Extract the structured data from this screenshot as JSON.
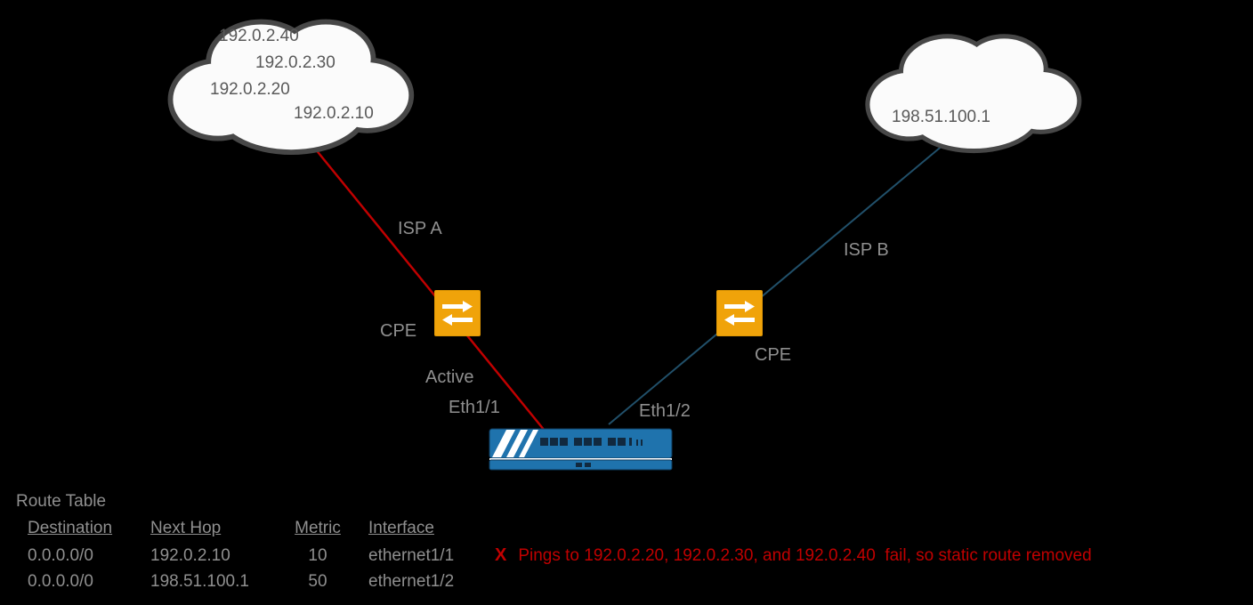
{
  "diagram": {
    "clouds": {
      "isp_a": {
        "addresses": [
          "192.0.2.40",
          "192.0.2.30",
          "192.0.2.20",
          "192.0.2.10"
        ]
      },
      "isp_b": {
        "address": "198.51.100.1"
      }
    },
    "labels": {
      "isp_a": "ISP A",
      "isp_b": "ISP B",
      "cpe_a": "CPE",
      "cpe_b": "CPE",
      "active": "Active",
      "eth1_1": "Eth1/1",
      "eth1_2": "Eth1/2"
    },
    "colors": {
      "background": "#000000",
      "isp_a_link": "#c00000",
      "isp_b_link": "#21506a",
      "cpe_fill": "#f0a30a",
      "firewall_body": "#1f73ad",
      "label_text": "#8f8f8f",
      "cloud_text": "#595959",
      "alert_red": "#c00000"
    }
  },
  "route_table": {
    "title": "Route Table",
    "headers": [
      "Destination",
      "Next Hop",
      "Metric",
      "Interface"
    ],
    "rows": [
      {
        "destination": "0.0.0.0/0",
        "next_hop": "192.0.2.10",
        "metric": "10",
        "interface": "ethernet1/1"
      },
      {
        "destination": "0.0.0.0/0",
        "next_hop": "198.51.100.1",
        "metric": "50",
        "interface": "ethernet1/2"
      }
    ],
    "annotation": {
      "x_mark": "X",
      "text": "Pings to 192.0.2.20, 192.0.2.30, and 192.0.2.40  fail, so static route removed"
    }
  }
}
